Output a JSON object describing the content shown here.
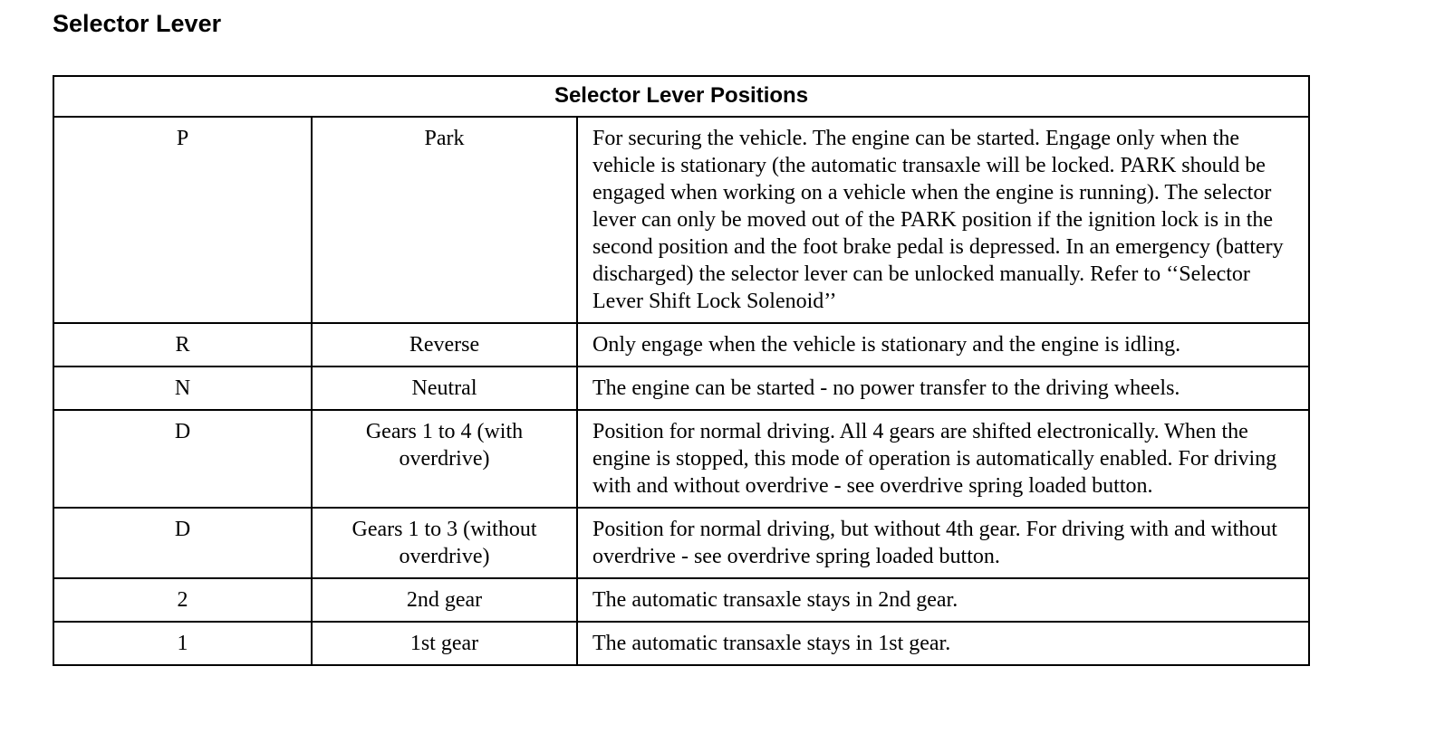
{
  "page": {
    "heading": "Selector Lever"
  },
  "table": {
    "caption": "Selector Lever Positions",
    "rows": [
      {
        "position": "P",
        "mode": "Park",
        "description": "For securing the vehicle. The engine can be started. Engage only when the vehicle is stationary (the automatic transaxle will be locked. PARK should be engaged when working on a vehicle when the engine is running). The selector lever can only  be moved out of the PARK position if the ignition lock is in the second position and the foot brake pedal is depressed. In an emergency (battery discharged) the selector lever can be unlocked manually. Refer to ‘‘Selector Lever Shift Lock Solenoid’’"
      },
      {
        "position": "R",
        "mode": "Reverse",
        "description": "Only engage when the vehicle is stationary and the engine is idling."
      },
      {
        "position": "N",
        "mode": "Neutral",
        "description": "The engine can be started - no power transfer to the driving wheels."
      },
      {
        "position": "D",
        "mode": "Gears 1 to 4 (with overdrive)",
        "description": "Position for normal driving. All 4 gears are shifted electronically. When the engine is stopped, this mode of operation is automatically enabled. For driving with and without overdrive - see overdrive spring loaded button."
      },
      {
        "position": "D",
        "mode": "Gears 1 to 3 (without overdrive)",
        "description": "Position for normal driving, but without 4th gear. For driving with and without overdrive - see overdrive spring loaded button."
      },
      {
        "position": "2",
        "mode": "2nd gear",
        "description": "The automatic transaxle stays in 2nd gear."
      },
      {
        "position": "1",
        "mode": "1st gear",
        "description": "The automatic transaxle stays in 1st gear."
      }
    ]
  }
}
